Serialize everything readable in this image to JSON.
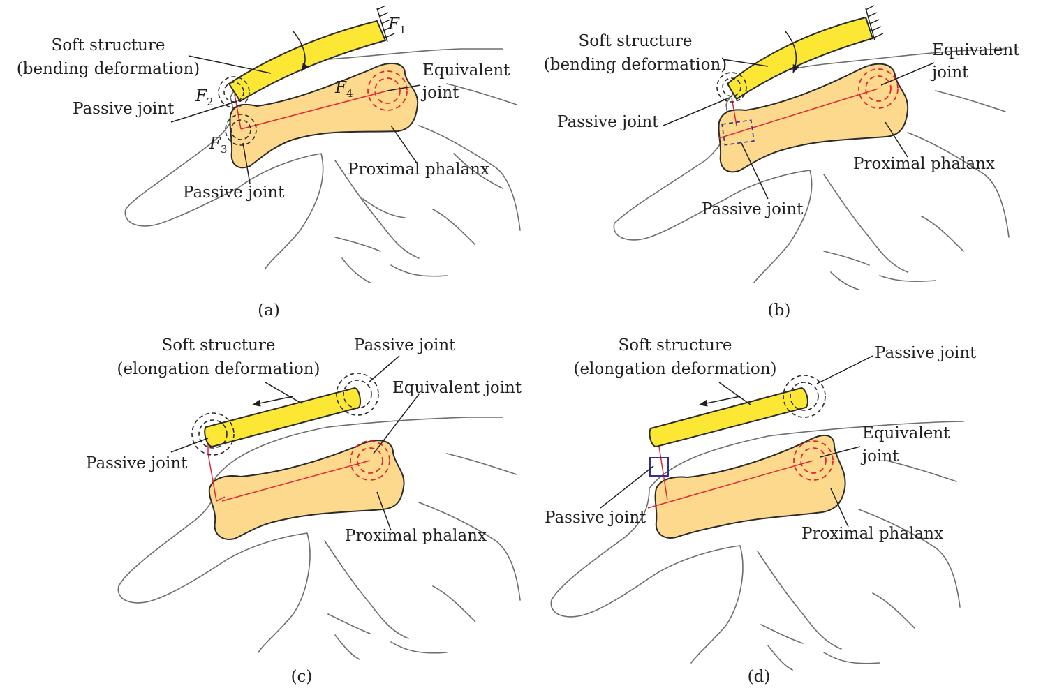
{
  "panels": {
    "a": {
      "caption": "(a)",
      "soft_structure": "Soft structure",
      "deformation": "(bending deformation)",
      "passive_joint_upper": "Passive joint",
      "passive_joint_lower": "Passive joint",
      "equivalent": "Equivalent",
      "joint": "joint",
      "proximal_phalanx": "Proximal phalanx",
      "forces": {
        "f1": "F",
        "f1_sub": "1",
        "f2": "F",
        "f2_sub": "2",
        "f3": "F",
        "f3_sub": "3",
        "f4": "F",
        "f4_sub": "4"
      }
    },
    "b": {
      "caption": "(b)",
      "soft_structure": "Soft structure",
      "deformation": "(bending deformation)",
      "passive_joint_upper": "Passive joint",
      "passive_joint_lower": "Passive joint",
      "equivalent": "Equivalent",
      "joint": "joint",
      "proximal_phalanx": "Proximal phalanx"
    },
    "c": {
      "caption": "(c)",
      "soft_structure": "Soft structure",
      "deformation": "(elongation deformation)",
      "passive_joint_top": "Passive joint",
      "passive_joint_left": "Passive joint",
      "equivalent_joint": "Equivalent joint",
      "proximal_phalanx": "Proximal phalanx"
    },
    "d": {
      "caption": "(d)",
      "soft_structure": "Soft structure",
      "deformation": "(elongation deformation)",
      "passive_joint_top": "Passive joint",
      "passive_joint_left": "Passive joint",
      "equivalent": "Equivalent",
      "joint": "joint",
      "proximal_phalanx": "Proximal phalanx"
    }
  },
  "colors": {
    "soft_structure": "#fbe734",
    "bone": "#fcd98c",
    "mechanism_red": "#e32636",
    "passive_joint_blue": "#2e3192"
  }
}
